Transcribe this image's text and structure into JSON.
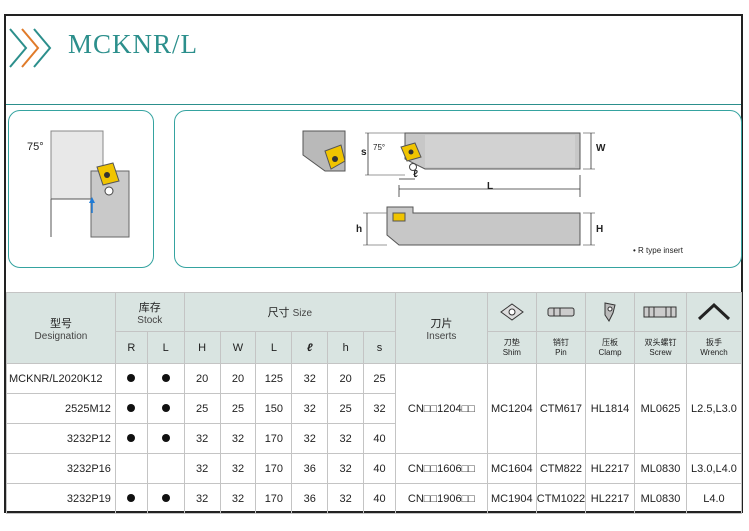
{
  "header": {
    "title": "MCKNR/L"
  },
  "figures": {
    "angle_label": "75°",
    "r_type_note": "• R type insert",
    "dims": {
      "w": "W",
      "l": "L",
      "s": "s",
      "ell": "ℓ",
      "h": "h",
      "H": "H",
      "angle": "75°"
    }
  },
  "table": {
    "headers": {
      "designation_cn": "型号",
      "designation_en": "Designation",
      "stock_cn": "库存",
      "stock_en": "Stock",
      "size_cn": "尺寸",
      "size_en": "Size",
      "inserts_cn": "刀片",
      "inserts_en": "Inserts",
      "shim_cn": "刀垫",
      "shim_en": "Shim",
      "pin_cn": "销钉",
      "pin_en": "Pin",
      "clamp_cn": "压板",
      "clamp_en": "Clamp",
      "screw_cn": "双头螺钉",
      "screw_en": "Screw",
      "wrench_cn": "扳手",
      "wrench_en": "Wrench",
      "sub": [
        "R",
        "L",
        "H",
        "W",
        "L",
        "ℓ",
        "h",
        "s"
      ]
    },
    "rows": [
      {
        "designation": "MCKNR/L2020K12",
        "R": true,
        "L": true,
        "H": "20",
        "W": "20",
        "Len": "125",
        "ell": "32",
        "h": "20",
        "s": "25"
      },
      {
        "designation": "2525M12",
        "R": true,
        "L": true,
        "H": "25",
        "W": "25",
        "Len": "150",
        "ell": "32",
        "h": "25",
        "s": "32"
      },
      {
        "designation": "3232P12",
        "R": true,
        "L": true,
        "H": "32",
        "W": "32",
        "Len": "170",
        "ell": "32",
        "h": "32",
        "s": "40"
      },
      {
        "designation": "3232P16",
        "R": false,
        "L": false,
        "H": "32",
        "W": "32",
        "Len": "170",
        "ell": "36",
        "h": "32",
        "s": "40"
      },
      {
        "designation": "3232P19",
        "R": true,
        "L": true,
        "H": "32",
        "W": "32",
        "Len": "170",
        "ell": "36",
        "h": "32",
        "s": "40"
      }
    ],
    "parts": [
      {
        "insert": "CN□□1204□□",
        "shim": "MC1204",
        "pin": "CTM617",
        "clamp": "HL1814",
        "screw": "ML0625",
        "wrench": "L2.5,L3.0"
      },
      {
        "insert": "CN□□1606□□",
        "shim": "MC1604",
        "pin": "CTM822",
        "clamp": "HL2217",
        "screw": "ML0830",
        "wrench": "L3.0,L4.0"
      },
      {
        "insert": "CN□□1906□□",
        "shim": "MC1904",
        "pin": "CTM1022",
        "clamp": "HL2217",
        "screw": "ML0830",
        "wrench": "L4.0"
      }
    ]
  },
  "colors": {
    "accent": "#2c8f8c",
    "header_bg": "#d9e4e1",
    "insert_yellow": "#f0c400"
  }
}
